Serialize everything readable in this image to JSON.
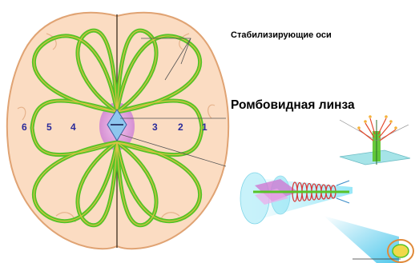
{
  "labels": {
    "stabilizing_axes": "Стабилизирующие оси",
    "rhomboid_lens": "Ромбовидная линза"
  },
  "zones": {
    "left": [
      "6",
      "5",
      "4"
    ],
    "right": [
      "3",
      "2",
      "1"
    ]
  },
  "colors": {
    "brain": "#fbdcc2",
    "brain_outline": "#e0a373",
    "field_lines": "#58c327",
    "field_lines_inner": "#f0c34a",
    "lens": "#e0a0dc",
    "diamond": "#8ec6ee",
    "zone_numbers": "#2a2a9a",
    "cone": "#8fe4f5",
    "coil": "#d83a3a",
    "arrows": "#e34a2c",
    "plane": "#a6e4e8"
  }
}
